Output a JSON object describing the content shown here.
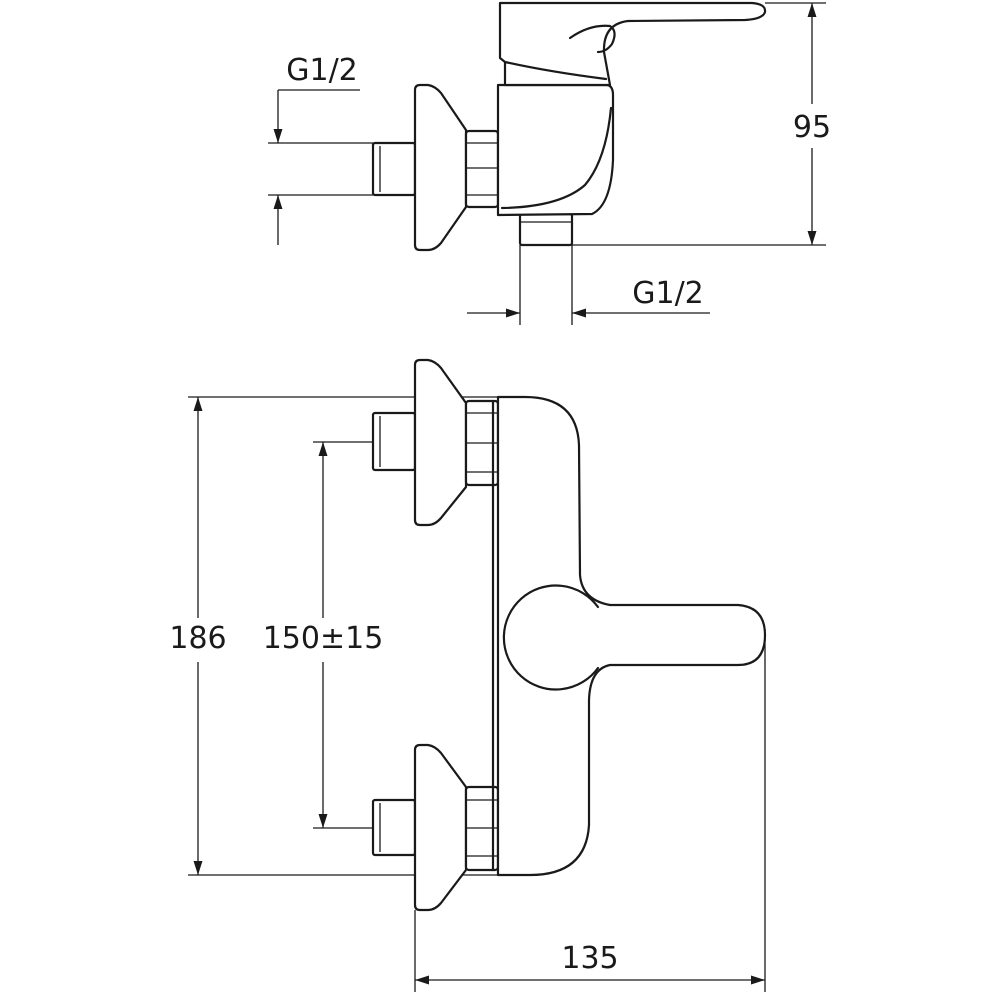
{
  "drawing": {
    "dimensions": {
      "inlet_thread_side_view": "G1/2",
      "height_side_view": "95",
      "outlet_thread": "G1/2",
      "overall_height": "186",
      "inlet_center_distance": "150±15",
      "overall_depth": "135"
    }
  }
}
